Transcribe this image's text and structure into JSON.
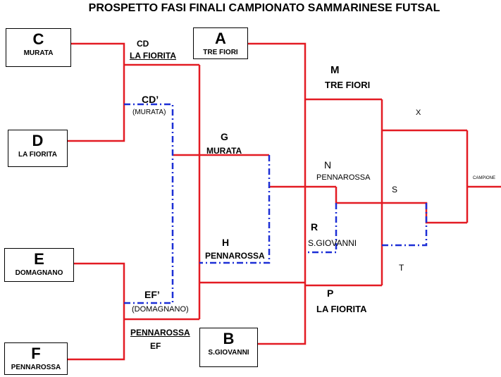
{
  "title": "PROSPETTO FASI FINALI CAMPIONATO SAMMARINESE FUTSAL",
  "teams": {
    "C": {
      "letter": "C",
      "name": "MURATA"
    },
    "D": {
      "letter": "D",
      "name": "LA FIORITA"
    },
    "E": {
      "letter": "E",
      "name": "DOMAGNANO"
    },
    "F": {
      "letter": "F",
      "name": "PENNAROSSA"
    },
    "A": {
      "letter": "A",
      "name": "TRE FIORI"
    },
    "B": {
      "letter": "B",
      "name": "S.GIOVANNI"
    }
  },
  "nodes": {
    "cd": {
      "code": "CD",
      "team": "LA FIORITA"
    },
    "cd_prime": {
      "code": "CD’",
      "team": "(MURATA)"
    },
    "ef_prime": {
      "code": "EF’",
      "team": "(DOMAGNANO)"
    },
    "ef": {
      "code": "EF",
      "team": "PENNAROSSA"
    },
    "g": {
      "code": "G",
      "team": "MURATA"
    },
    "h": {
      "code": "H",
      "team": "PENNAROSSA"
    },
    "m": {
      "code": "M",
      "team": "TRE FIORI"
    },
    "n": {
      "code": "N",
      "team": "PENNAROSSA"
    },
    "r": {
      "code": "R",
      "team": "S.GIOVANNI"
    },
    "p": {
      "code": "P",
      "team": "LA FIORITA"
    },
    "x": {
      "code": "X"
    },
    "s": {
      "code": "S"
    },
    "t": {
      "code": "T"
    },
    "campione": {
      "label": "CAMPIONE"
    }
  },
  "colors": {
    "winner_line": "#e31b23",
    "alt_line": "#1c2fd6",
    "text": "#000000"
  }
}
